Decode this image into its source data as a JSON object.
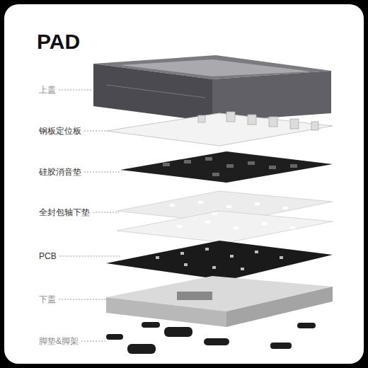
{
  "diagram": {
    "title": "PAD",
    "labels": [
      "上盖",
      "钢板定位板",
      "硅胶消音垫",
      "全封包轴下垫",
      "PCB",
      "下盖",
      "脚垫&脚架"
    ]
  }
}
